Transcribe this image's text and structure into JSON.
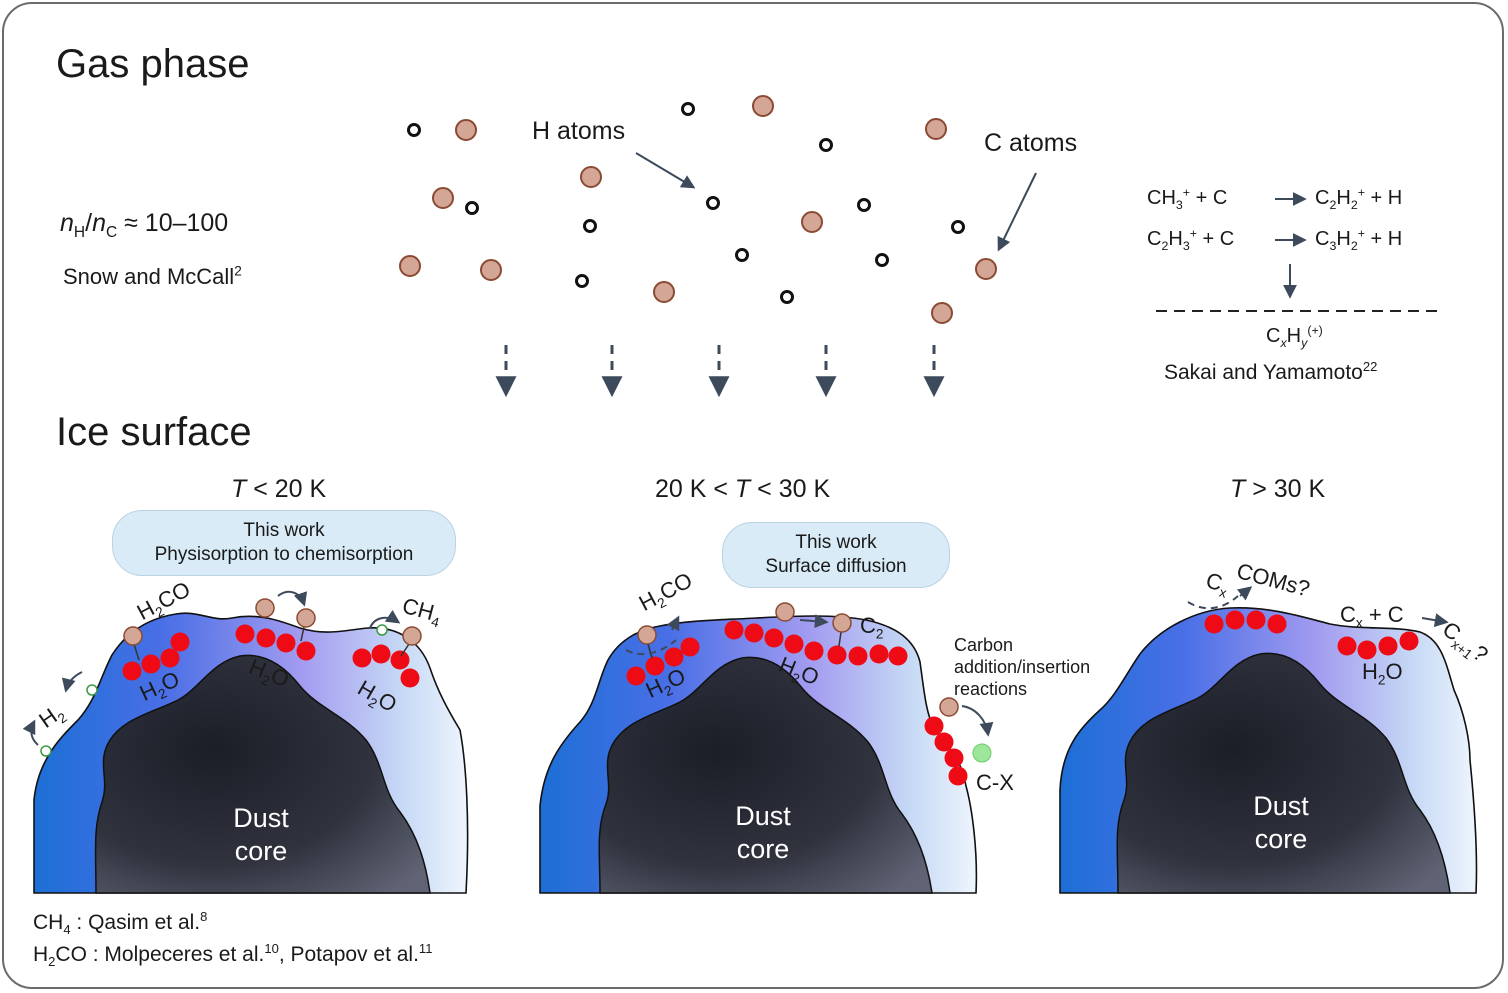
{
  "gas": {
    "heading": "Gas phase",
    "ratio_nh": "n",
    "ratio_nh_sub": "H",
    "ratio_slash": "/",
    "ratio_nc": "n",
    "ratio_nc_sub": "C",
    "ratio_value": " ≈ 10–100",
    "ref": "Snow and McCall",
    "ref_num": "2",
    "h_atoms": "H atoms",
    "c_atoms": "C atoms"
  },
  "reactions": {
    "r1_left": "CH",
    "r1_left_sub": "3",
    "r1_left_sup": "+",
    "r1_plus": " + C",
    "r1_right": "C",
    "r1_right_sub1": "2",
    "r1_right_h": "H",
    "r1_right_sub2": "2",
    "r1_right_sup": "+",
    "r1_right_tail": " + H",
    "r2_left": "C",
    "r2_left_sub1": "2",
    "r2_left_h": "H",
    "r2_left_sub2": "3",
    "r2_left_sup": "+",
    "r2_plus": " + C",
    "r2_right": "C",
    "r2_right_sub1": "3",
    "r2_right_h": "H",
    "r2_right_sub2": "2",
    "r2_right_sup": "+",
    "r2_right_tail": " + H",
    "product_c": "C",
    "product_x": "x",
    "product_h": "H",
    "product_y": "y",
    "product_sup": "(+)",
    "ref": "Sakai and Yamamoto",
    "ref_num": "22"
  },
  "ice": {
    "heading": "Ice surface",
    "panels": [
      {
        "temp_t": "T",
        "temp_rest": " < 20 K",
        "bubble_line1": "This work",
        "bubble_line2": "Physisorption to chemisorption",
        "core_line1": "Dust",
        "core_line2": "core"
      },
      {
        "temp_pre": "20 K < ",
        "temp_t": "T",
        "temp_rest": " < 30 K",
        "bubble_line1": "This work",
        "bubble_line2": "Surface diffusion",
        "core_line1": "Dust",
        "core_line2": "core",
        "carbon_line1": "Carbon",
        "carbon_line2": "addition/insertion",
        "carbon_line3": "reactions",
        "cx": "C-X"
      },
      {
        "temp_t": "T",
        "temp_rest": " > 30 K",
        "core_line1": "Dust",
        "core_line2": "core",
        "coms": "COMs?"
      }
    ]
  },
  "labels": {
    "h2": "H",
    "h2_sub": "2",
    "h2co_h": "H",
    "h2co_sub": "2",
    "h2co_rest": "CO",
    "ch4": "CH",
    "ch4_sub": "4",
    "h2o_h": "H",
    "h2o_sub": "2",
    "h2o_rest": "O",
    "c2": "C",
    "c2_sub": "2",
    "cx": "C",
    "cx_sub": "x",
    "cx_plus": " + C",
    "cxp1": "C",
    "cxp1_sub": "x+1",
    "cxp1_q": "?"
  },
  "footer": {
    "ch4_label": "CH",
    "ch4_sub": "4",
    "ch4_ref": " : Qasim et al.",
    "ch4_ref_num": "8",
    "h2co_label": "H",
    "h2co_sub": "2",
    "h2co_rest": "CO",
    "h2co_ref1": " : Molpeceres et al.",
    "h2co_ref1_num": "10",
    "h2co_ref2": ", Potapov et al.",
    "h2co_ref2_num": "11"
  },
  "colors": {
    "c_atom_fill": "#d4a696",
    "c_atom_stroke": "#8b4a33",
    "h_atom_stroke": "#111111",
    "water_red": "#ee0b16",
    "radical_green": "#9de79a",
    "arrow_slate": "#3d4a5c",
    "bubble_fill": "#d8ebf6",
    "ice_blue": "#1f73d9",
    "ice_violet": "#9c99ef",
    "ice_pale": "#e2eefb",
    "dust_core": "#3a3d48"
  }
}
